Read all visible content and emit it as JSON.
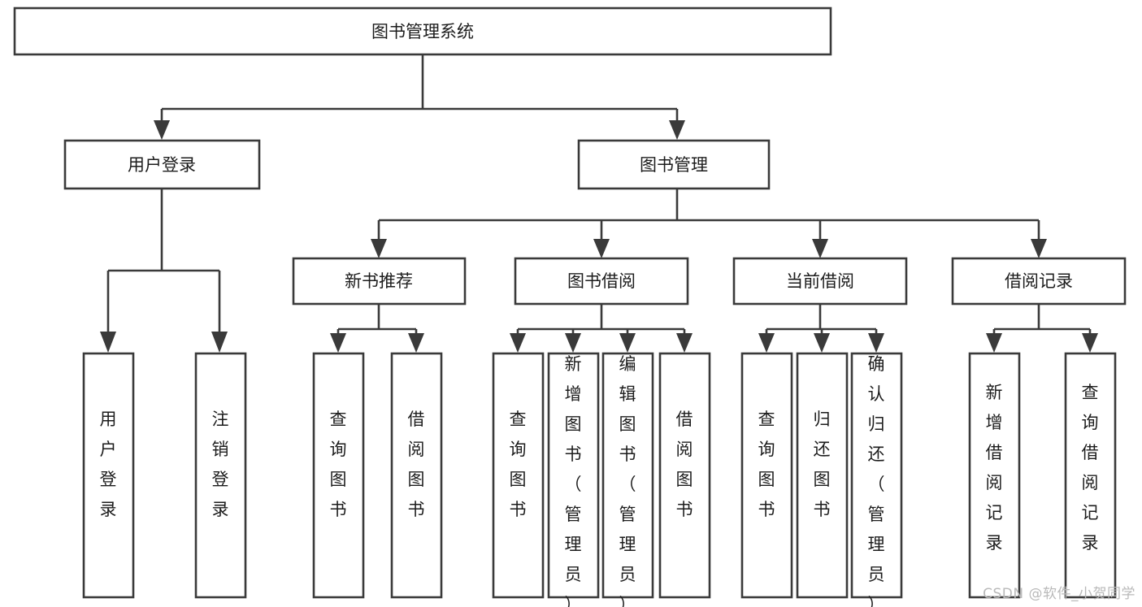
{
  "diagram": {
    "title": "图书管理系统",
    "type": "hierarchy-tree",
    "orientation": "top-down",
    "colors": {
      "box_fill": "#ffffff",
      "box_stroke": "#3a3a3a",
      "connector": "#3a3a3a",
      "text": "#1c1c1c",
      "watermark": "#b9b9b9",
      "background": "#ffffff"
    },
    "levels": 4
  },
  "nodes": {
    "root": {
      "label": "图书管理系统",
      "orientation": "horizontal"
    },
    "level1": [
      {
        "id": "user-login",
        "label": "用户登录",
        "orientation": "horizontal"
      },
      {
        "id": "book-management",
        "label": "图书管理",
        "orientation": "horizontal"
      }
    ],
    "level2": [
      {
        "id": "new-book-recommend",
        "label": "新书推荐",
        "orientation": "horizontal"
      },
      {
        "id": "book-borrow",
        "label": "图书借阅",
        "orientation": "horizontal"
      },
      {
        "id": "current-borrow",
        "label": "当前借阅",
        "orientation": "horizontal"
      },
      {
        "id": "borrow-record",
        "label": "借阅记录",
        "orientation": "horizontal"
      }
    ],
    "leaves": {
      "user-login": [
        {
          "id": "leaf-user-login",
          "label": "用户登录",
          "orientation": "vertical"
        },
        {
          "id": "leaf-logout",
          "label": "注销登录",
          "orientation": "vertical"
        }
      ],
      "new-book-recommend": [
        {
          "id": "leaf-query-book-1",
          "label": "查询图书",
          "orientation": "vertical"
        },
        {
          "id": "leaf-borrow-book-1",
          "label": "借阅图书",
          "orientation": "vertical"
        }
      ],
      "book-borrow": [
        {
          "id": "leaf-query-book-2",
          "label": "查询图书",
          "orientation": "vertical"
        },
        {
          "id": "leaf-add-book",
          "label": "新增图书（管理员）",
          "orientation": "vertical"
        },
        {
          "id": "leaf-edit-book",
          "label": "编辑图书（管理员）",
          "orientation": "vertical"
        },
        {
          "id": "leaf-borrow-book-2",
          "label": "借阅图书",
          "orientation": "vertical"
        }
      ],
      "current-borrow": [
        {
          "id": "leaf-query-book-3",
          "label": "查询图书",
          "orientation": "vertical"
        },
        {
          "id": "leaf-return-book",
          "label": "归还图书",
          "orientation": "vertical"
        },
        {
          "id": "leaf-confirm-return",
          "label": "确认归还（管理员）",
          "orientation": "vertical"
        }
      ],
      "borrow-record": [
        {
          "id": "leaf-add-record",
          "label": "新增借阅记录",
          "orientation": "vertical"
        },
        {
          "id": "leaf-query-record",
          "label": "查询借阅记录",
          "orientation": "vertical"
        }
      ]
    }
  },
  "watermark": {
    "text": "CSDN @软件_小贺同学"
  }
}
